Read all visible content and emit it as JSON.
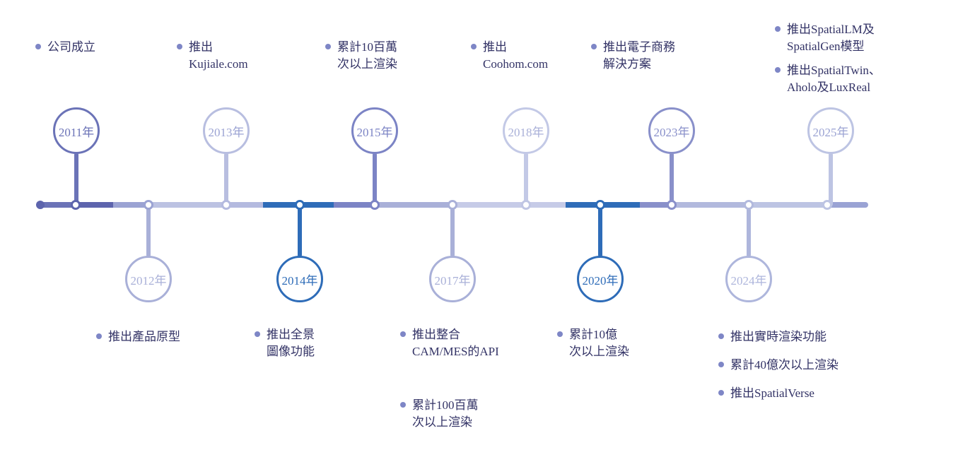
{
  "colors": {
    "text": "#333366",
    "bullet": "#7e86c6",
    "highlight_blue": "#2e6cb8",
    "medium_purple": "#7c84c5",
    "light_lavender": "#bdc4e3"
  },
  "timeline": {
    "items": [
      {
        "year": "2011年",
        "notes": [
          "公司成立"
        ]
      },
      {
        "year": "2012年",
        "notes": [
          "推出產品原型"
        ]
      },
      {
        "year": "2013年",
        "notes": [
          "推出\nKujiale.com"
        ]
      },
      {
        "year": "2014年",
        "notes": [
          "推出全景\n圖像功能"
        ]
      },
      {
        "year": "2015年",
        "notes": [
          "累計10百萬\n次以上渲染"
        ]
      },
      {
        "year": "2017年",
        "notes": [
          "推出整合\nCAM/MES的API",
          "累計100百萬\n次以上渲染"
        ]
      },
      {
        "year": "2018年",
        "notes": [
          "推出\nCoohom.com"
        ]
      },
      {
        "year": "2020年",
        "notes": [
          "累計10億\n次以上渲染"
        ]
      },
      {
        "year": "2023年",
        "notes": [
          "推出電子商務\n解決方案"
        ]
      },
      {
        "year": "2024年",
        "notes": [
          "推出實時渲染功能",
          "累計40億次以上渲染",
          "推出SpatialVerse"
        ]
      },
      {
        "year": "2025年",
        "notes": [
          "推出SpatialLM及\nSpatialGen模型",
          "推出SpatialTwin、\nAholo及LuxReal"
        ]
      }
    ]
  }
}
